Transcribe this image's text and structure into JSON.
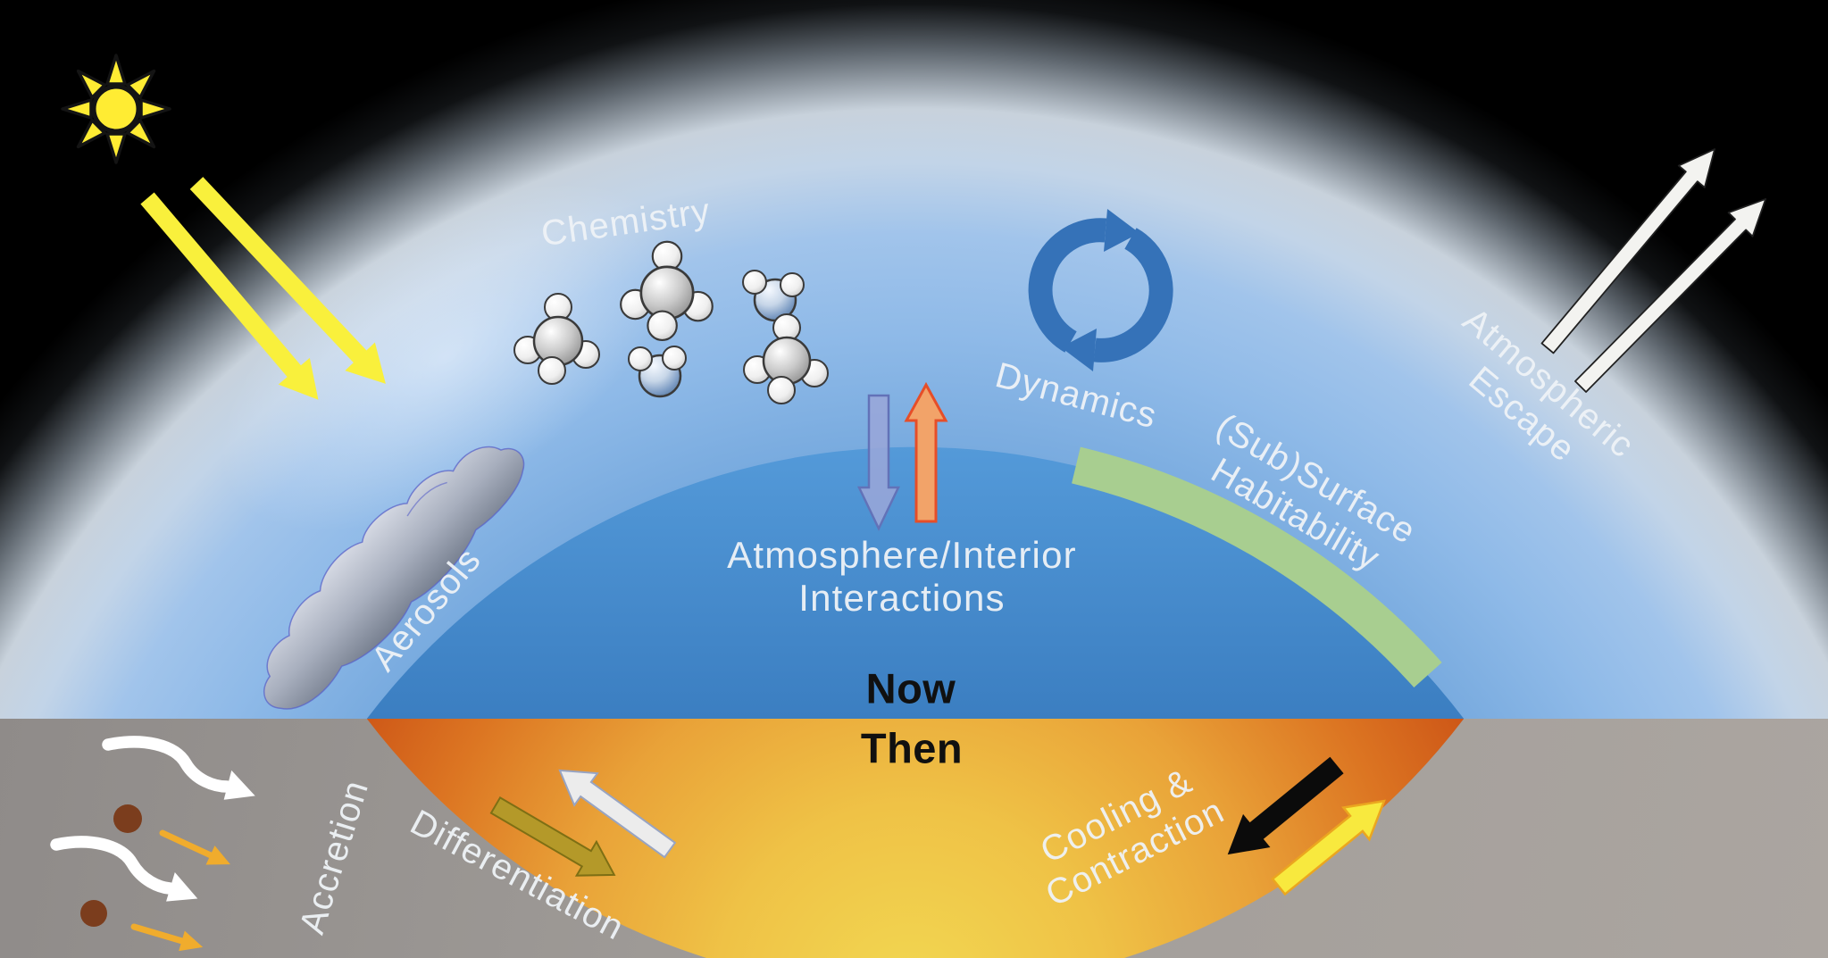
{
  "figure": {
    "epochs": {
      "now": "Now",
      "then": "Then"
    },
    "labels": {
      "chemistry": "Chemistry",
      "dynamics": "Dynamics",
      "atmospheric_escape": {
        "line1": "Atmospheric",
        "line2": "Escape"
      },
      "subsurface_habitability": {
        "line1": "(Sub)Surface",
        "line2": "Habitability"
      },
      "atmosphere_interior": {
        "line1": "Atmosphere/Interior",
        "line2": "Interactions"
      },
      "aerosols": "Aerosols",
      "accretion": "Accretion",
      "differentiation": "Differentiation",
      "cooling_contraction": {
        "line1": "Cooling &",
        "line2": "Contraction"
      }
    },
    "icons": [
      "sun-icon",
      "sunbeam-arrow-icon",
      "molecule-icon",
      "cycle-arrows-icon",
      "aerosol-cloud-icon",
      "escape-arrow-icon",
      "down-arrow-icon",
      "up-arrow-icon",
      "squiggle-arrow-icon",
      "pebble-dot-icon",
      "block-arrow-icon",
      "habitable-zone-arc"
    ],
    "colors": {
      "space_black": "#000000",
      "atmosphere_blue": "#8FBAE8",
      "atmosphere_glow": "#E8EDF2",
      "planet_now_blue": "#3F84C6",
      "planet_then_rim_orange": "#C94E14",
      "planet_then_core_yellow": "#F2D852",
      "surroundings_gray": "#A19D99",
      "sun_yellow": "#FFEC33",
      "sunbeam_yellow": "#F9F03C",
      "habitability_green": "#A8CE90",
      "dynamics_blue": "#3572B8",
      "escape_arrow_white": "#F3F3F0",
      "interior_down_arrow": "#98A6D8",
      "interior_up_arrow": "#F2A369",
      "differentiation_olive": "#B49929",
      "cooling_black": "#0B0B0B",
      "cooling_yellow": "#F8E93E",
      "accretion_dot_brown": "#7B3D1D",
      "accretion_arrow_orange": "#F0AC2D",
      "label_white": "#EFF3F7",
      "label_black": "#101010"
    }
  }
}
